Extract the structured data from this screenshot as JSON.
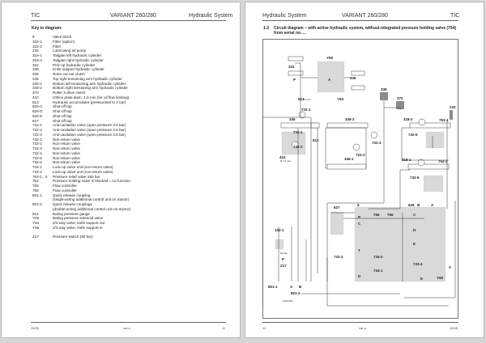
{
  "left_page": {
    "header": {
      "left": "TIC",
      "center": "VARIANT 260/280",
      "right": "Hydraulic System"
    },
    "key_title": "Key to diagram:",
    "key_items": [
      {
        "code": "6",
        "desc": "Valve block"
      },
      {
        "code": "102-1",
        "desc": "Filter (option)"
      },
      {
        "code": "102-2",
        "desc": "Filter"
      },
      {
        "code": "232",
        "desc": "Lubricating oil pump"
      },
      {
        "code": "318-1",
        "desc": "Tailgate left hydraulic cylinder"
      },
      {
        "code": "318-2",
        "desc": "Tailgate right hydraulic cylinder"
      },
      {
        "code": "331",
        "desc": "Pick-up hydraulic cylinder"
      },
      {
        "code": "336",
        "desc": "Knife support hydraulic cylinder"
      },
      {
        "code": "338",
        "desc": "Rotor cut-out clutch"
      },
      {
        "code": "345",
        "desc": "Top right tensioning arm hydraulic cylinder"
      },
      {
        "code": "346-1",
        "desc": "Bottom left tensioning arm hydraulic cylinder"
      },
      {
        "code": "346-2",
        "desc": "Bottom right tensioning arm hydraulic cylinder"
      },
      {
        "code": "370",
        "desc": "Roller 3 drive clutch"
      },
      {
        "code": "410",
        "desc": "Orifice plate diam. 1.5 mm (for oil flow limiting)"
      },
      {
        "code": "513",
        "desc": "Hydraulic accumulator (pressurised to 2 bar)"
      },
      {
        "code": "626-C",
        "desc": "Shut-off tap"
      },
      {
        "code": "626-D",
        "desc": "Shut-off tap"
      },
      {
        "code": "626-E",
        "desc": "Shut-off tap"
      },
      {
        "code": "627",
        "desc": "Shut-off tap"
      },
      {
        "code": "722-1",
        "desc": "Anti-cavitation valve (open pressure 3.6 bar)"
      },
      {
        "code": "722-2",
        "desc": "Anti-cavitation valve (open pressure 3.6 bar)"
      },
      {
        "code": "722-3",
        "desc": "Anti-cavitation valve (open pressure 3.6 bar)"
      },
      {
        "code": "732-1",
        "desc": "Non-return valve"
      },
      {
        "code": "732-2",
        "desc": "Non-return valve"
      },
      {
        "code": "732-3",
        "desc": "Non-return valve"
      },
      {
        "code": "732-4",
        "desc": "Non-return valve"
      },
      {
        "code": "732-5",
        "desc": "Non-return valve"
      },
      {
        "code": "732-6",
        "desc": "Non-return valve"
      },
      {
        "code": "734-1",
        "desc": "Lock-up valve unit (non-return valve)"
      },
      {
        "code": "734-2",
        "desc": "Lock-up valve unit (non-return valve)"
      },
      {
        "code": "753-1, -2",
        "desc": "Pressure relief valve 250 bar"
      },
      {
        "code": "754",
        "desc": "Pressure holding valve is blocked = no function"
      },
      {
        "code": "755",
        "desc": "Flow controller"
      },
      {
        "code": "756",
        "desc": "Flow controller"
      },
      {
        "code": "801-1",
        "desc": "Quick release coupling"
      },
      {
        "code": "",
        "desc": "(single-acting additional control unit on tractor)"
      },
      {
        "code": "801-2",
        "desc": "Quick release couplings"
      },
      {
        "code": "",
        "desc": "(double-acting additional control unit on tractor)"
      },
      {
        "code": "912",
        "desc": "Baling pressure gauge"
      },
      {
        "code": "Y50",
        "desc": "Baling pressure solenoid valve"
      },
      {
        "code": "Y54",
        "desc": "2/3 way valve, knife support out"
      },
      {
        "code": "Y55",
        "desc": "2/3 way valve, knife support in"
      },
      {
        "code": "Z17",
        "desc": "Pressure switch (90 bar)"
      }
    ],
    "footer": {
      "left": "10/05",
      "center": "var-n",
      "right": "11"
    }
  },
  "right_page": {
    "header": {
      "left": "Hydraulic System",
      "center": "VARIANT 260/280",
      "right": "TIC"
    },
    "section_number": "1.3",
    "section_title": "Circuit diagram – with active hydraulic system, without integrated pressure holding valve (754) from serial no. ...",
    "diagram_labels": [
      "331",
      "Y55",
      "336",
      "Y54",
      "338",
      "370",
      "232",
      "513",
      "722-1",
      "345",
      "346-2",
      "318-2",
      "753-1",
      "732-1",
      "912",
      "732-5",
      "722-3",
      "732-2",
      "722-2",
      "410",
      "753-2",
      "318-1",
      "346-1",
      "732-6",
      "6",
      "626",
      "B",
      "A",
      "627",
      "P",
      "756",
      "755",
      "C",
      "C",
      "102-1",
      "D",
      "E",
      "T",
      "732-3",
      "734-2",
      "Z17",
      "732-4",
      "X",
      "D",
      "734-1",
      "Y50",
      "E",
      "801-1",
      "A",
      "B",
      "801-2",
      "1200 054",
      "90 bar",
      "P",
      "P",
      "A",
      "Ø 1.5 mm"
    ],
    "footer": {
      "left": "12",
      "center": "var-n",
      "right": "10/05"
    }
  },
  "colors": {
    "shade": "#d9d9d9",
    "clutch_box": "#8c8c8c",
    "background": "#d6d6d6"
  }
}
